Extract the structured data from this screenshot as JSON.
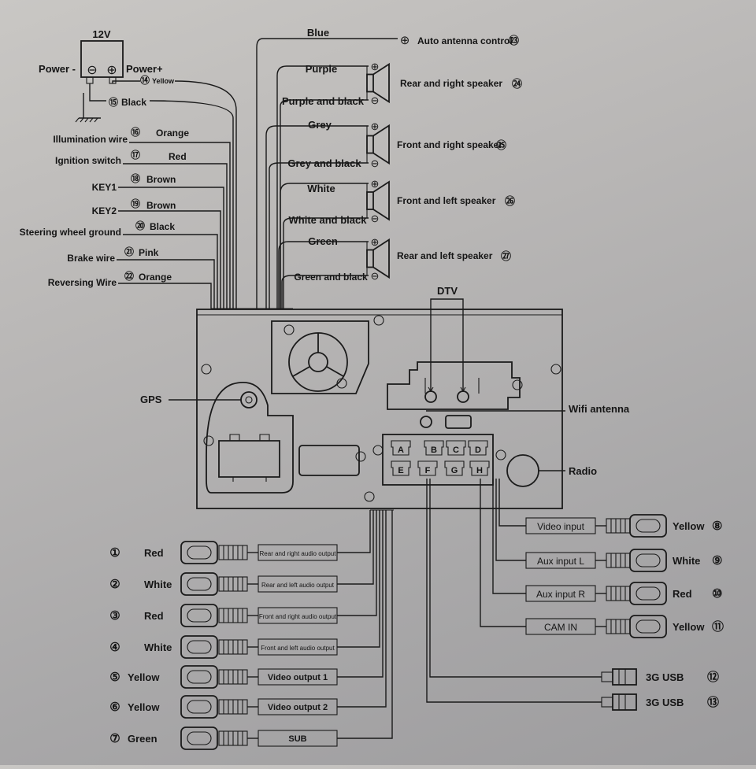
{
  "power": {
    "voltage": "12V",
    "minus": "Power -",
    "plus": "Power+"
  },
  "left_wires": [
    {
      "num": "⑭",
      "color": "Yellow",
      "label": ""
    },
    {
      "num": "⑮",
      "color": "Black",
      "label": ""
    },
    {
      "num": "⑯",
      "color": "Orange",
      "label": "Illumination wire"
    },
    {
      "num": "⑰",
      "color": "Red",
      "label": "Ignition switch"
    },
    {
      "num": "⑱",
      "color": "Brown",
      "label": "KEY1"
    },
    {
      "num": "⑲",
      "color": "Brown",
      "label": "KEY2"
    },
    {
      "num": "⑳",
      "color": "Black",
      "label": "Steering wheel ground"
    },
    {
      "num": "㉑",
      "color": "Pink",
      "label": "Brake wire"
    },
    {
      "num": "㉒",
      "color": "Orange",
      "label": "Reversing Wire"
    }
  ],
  "antenna": {
    "color": "Blue",
    "label": "Auto antenna control",
    "num": "㉓"
  },
  "speakers": [
    {
      "plus_color": "Purple",
      "minus_color": "Purple and black",
      "label": "Rear and right speaker",
      "num": "㉔"
    },
    {
      "plus_color": "Grey",
      "minus_color": "Grey and black",
      "label": "Front and right speaker",
      "num": "㉕"
    },
    {
      "plus_color": "White",
      "minus_color": "White and black",
      "label": "Front and left speaker",
      "num": "㉖"
    },
    {
      "plus_color": "Green",
      "minus_color": "Green and black",
      "label": "Rear and left speaker",
      "num": "㉗"
    }
  ],
  "unit_labels": {
    "dtv": "DTV",
    "gps": "GPS",
    "wifi": "Wifi antenna",
    "radio": "Radio"
  },
  "connector_letters": [
    "A",
    "B",
    "C",
    "D",
    "E",
    "F",
    "G",
    "H"
  ],
  "left_outputs": [
    {
      "num": "①",
      "color": "Red",
      "label": "Rear and right audio output"
    },
    {
      "num": "②",
      "color": "White",
      "label": "Rear and left audio output"
    },
    {
      "num": "③",
      "color": "Red",
      "label": "Front and right audio output"
    },
    {
      "num": "④",
      "color": "White",
      "label": "Front and left audio output"
    },
    {
      "num": "⑤",
      "color": "Yellow",
      "label": "Video output 1"
    },
    {
      "num": "⑥",
      "color": "Yellow",
      "label": "Video output 2"
    },
    {
      "num": "⑦",
      "color": "Green",
      "label": "SUB"
    }
  ],
  "right_inputs": [
    {
      "label": "Video input",
      "color": "Yellow",
      "num": "⑧"
    },
    {
      "label": "Aux input L",
      "color": "White",
      "num": "⑨"
    },
    {
      "label": "Aux input R",
      "color": "Red",
      "num": "⑩"
    },
    {
      "label": "CAM IN",
      "color": "Yellow",
      "num": "⑪"
    }
  ],
  "usb": [
    {
      "label": "3G  USB",
      "num": "⑫"
    },
    {
      "label": "3G   USB",
      "num": "⑬"
    }
  ]
}
